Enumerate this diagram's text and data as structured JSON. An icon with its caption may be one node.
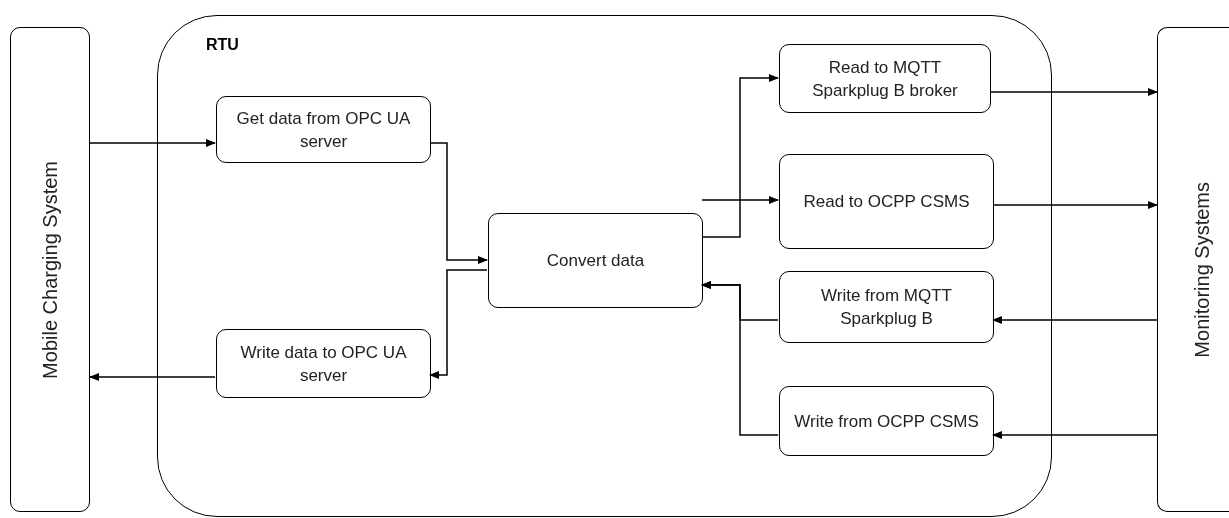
{
  "diagram": {
    "nodes": [
      {
        "text": [
          "Mobile Charging System"
        ]
      },
      {
        "text": [
          "RTU"
        ]
      },
      {
        "text": [
          "Get data from OPC UA server"
        ],
        "in": 1
      },
      {
        "text": [
          "Write data to OPC UA server"
        ],
        "in": 1
      },
      {
        "text": [
          "Convert data"
        ],
        "in": 1
      },
      {
        "text": [
          "Read to MQTT Sparkplug B broker"
        ],
        "in": 1
      },
      {
        "text": [
          "Read to OCPP CSMS"
        ],
        "in": 1
      },
      {
        "text": [
          "Write from MQTT Sparkplug B"
        ],
        "in": 1
      },
      {
        "text": [
          "Write from OCPP CSMS"
        ],
        "in": 1
      },
      {
        "text": [
          "Monitoring Systems"
        ]
      }
    ],
    "edges": [
      {
        "from": 0,
        "to": 2,
        "arrow": "to"
      },
      {
        "from": 2,
        "to": 4,
        "arrow": "to"
      },
      {
        "from": 4,
        "to": 3,
        "arrow": "to"
      },
      {
        "from": 3,
        "to": 0,
        "arrow": "to"
      },
      {
        "from": 4,
        "to": 5,
        "arrow": "to"
      },
      {
        "from": 4,
        "to": 6,
        "arrow": "to"
      },
      {
        "from": 5,
        "to": 9,
        "arrow": "to"
      },
      {
        "from": 6,
        "to": 9,
        "arrow": "to"
      },
      {
        "from": 9,
        "to": 7,
        "arrow": "to"
      },
      {
        "from": 9,
        "to": 8,
        "arrow": "to"
      },
      {
        "from": 7,
        "to": 4,
        "arrow": "to"
      },
      {
        "from": 8,
        "to": 4,
        "arrow": "to"
      }
    ]
  }
}
